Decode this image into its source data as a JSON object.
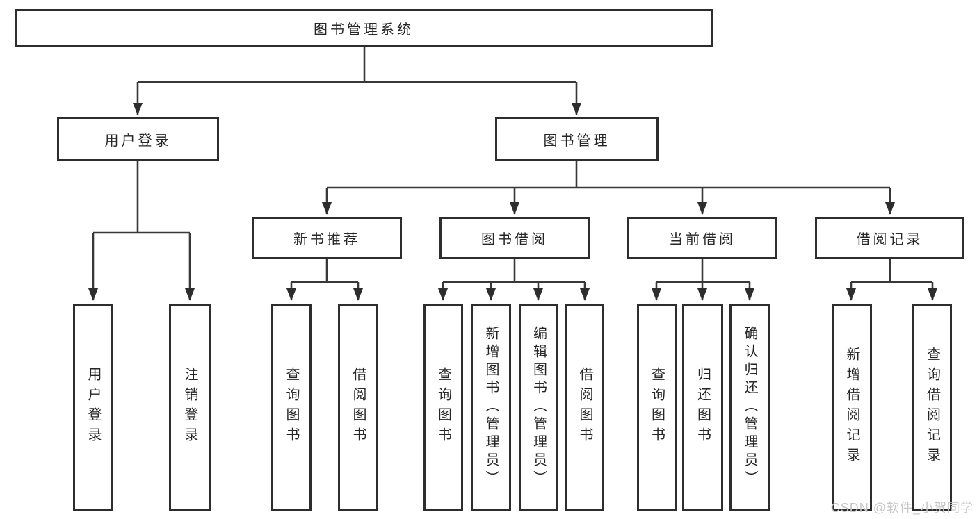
{
  "colors": {
    "line": "#383838",
    "box_border": "#2d2d2d",
    "text": "#262626",
    "background": "#ffffff",
    "watermark_text": "#c6c6c6"
  },
  "diagram": {
    "type": "hierarchy-org-chart",
    "root": {
      "label": "图书管理系统"
    },
    "branches": [
      {
        "label": "用户登录",
        "children": [
          {
            "label": "用户登录"
          },
          {
            "label": "注销登录"
          }
        ]
      },
      {
        "label": "图书管理",
        "children": [
          {
            "label": "新书推荐",
            "children": [
              {
                "label": "查询图书"
              },
              {
                "label": "借阅图书"
              }
            ]
          },
          {
            "label": "图书借阅",
            "children": [
              {
                "label": "查询图书"
              },
              {
                "label": "新增图书（管理员）"
              },
              {
                "label": "编辑图书（管理员）"
              },
              {
                "label": "借阅图书"
              }
            ]
          },
          {
            "label": "当前借阅",
            "children": [
              {
                "label": "查询图书"
              },
              {
                "label": "归还图书"
              },
              {
                "label": "确认归还（管理员）"
              }
            ]
          },
          {
            "label": "借阅记录",
            "children": [
              {
                "label": "新增借阅记录"
              },
              {
                "label": "查询借阅记录"
              }
            ]
          }
        ]
      }
    ]
  },
  "watermark": {
    "text": "CSDN @软件_小贺同学"
  }
}
